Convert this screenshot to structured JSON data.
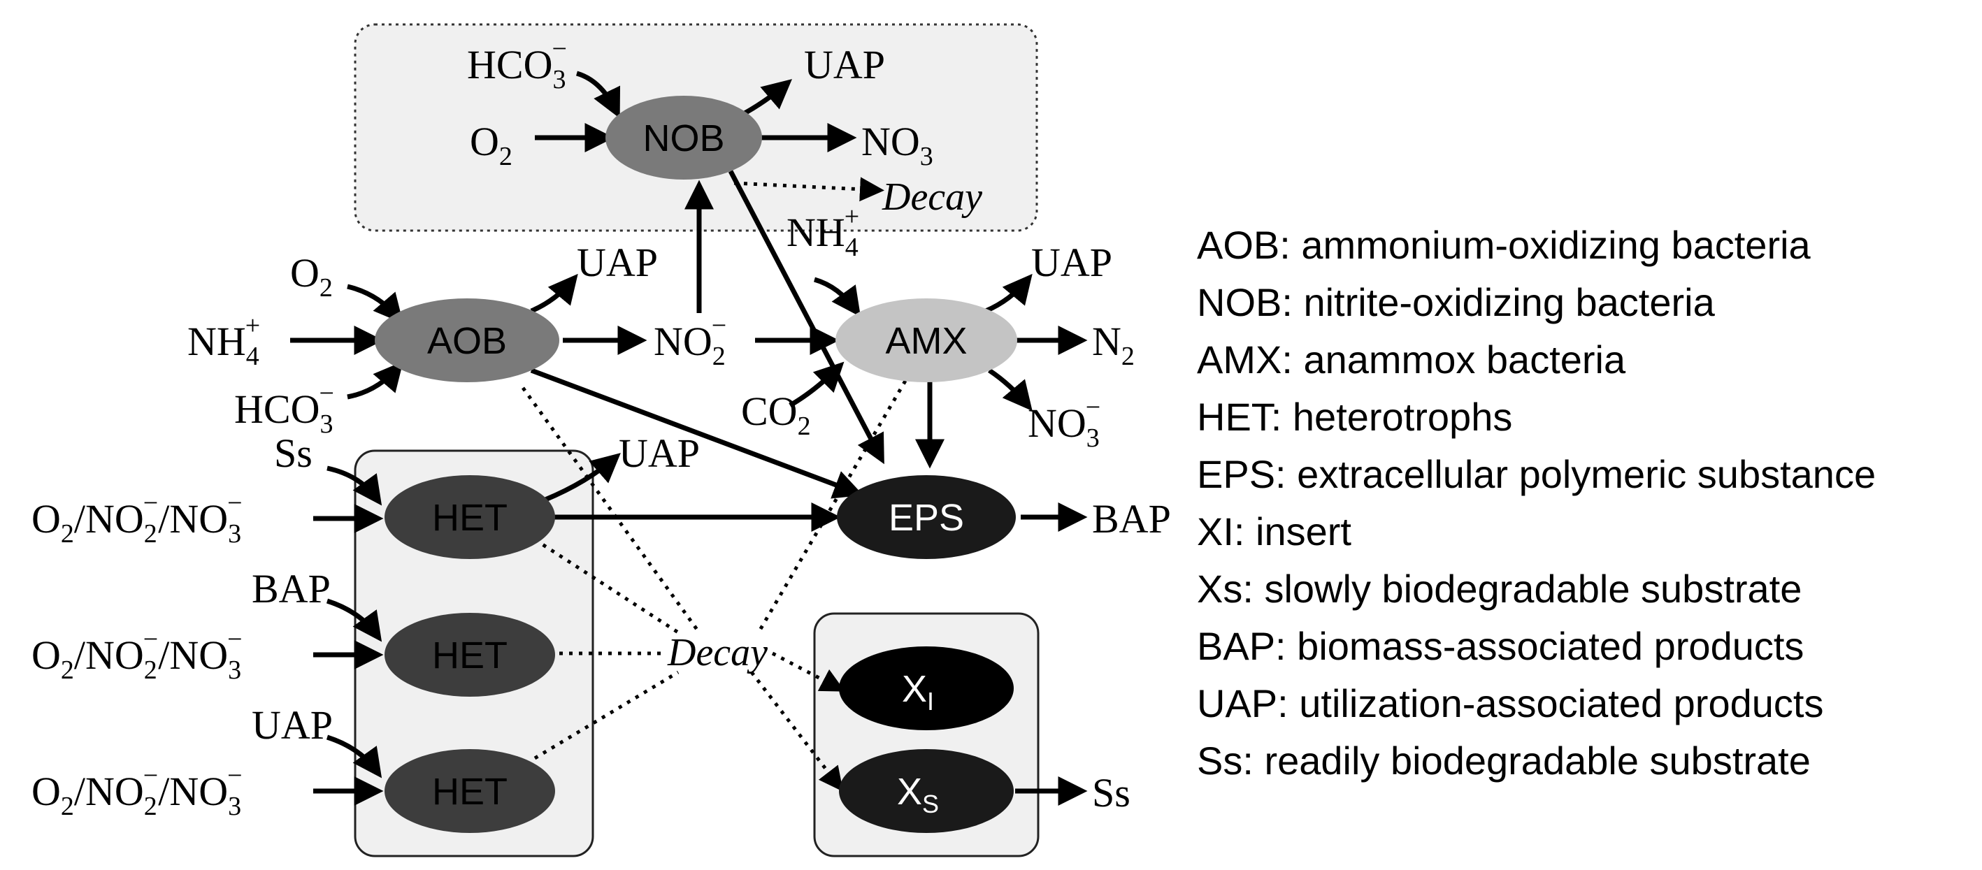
{
  "colors": {
    "nob": "#7a7a7a",
    "aob": "#7a7a7a",
    "amx": "#c4c4c4",
    "het": "#3d3d3d",
    "eps": "#1a1a1a",
    "xi": "#000000",
    "xs": "#1a1a1a",
    "box_fill": "#f0f0f0"
  },
  "nodes": {
    "nob": "NOB",
    "aob": "AOB",
    "amx": "AMX",
    "het1": "HET",
    "het2": "HET",
    "het3": "HET",
    "eps": "EPS",
    "xi": "X",
    "xi_sub": "I",
    "xs": "X",
    "xs_sub": "S"
  },
  "labels": {
    "hco3": "HCO",
    "o2": "O",
    "uap": "UAP",
    "no3": "NO",
    "decay": "Decay",
    "nh4": "NH",
    "no2": "NO",
    "n2": "N",
    "co2": "CO",
    "ss": "Ss",
    "bap": "BAP",
    "o2no2no3_a": "O",
    "slash": "/",
    "sub2": "2",
    "sub3": "3",
    "sub4": "4",
    "sup_minus": "−",
    "sup_plus": "+"
  },
  "legend": [
    "AOB: ammonium-oxidizing bacteria",
    "NOB: nitrite-oxidizing bacteria",
    "AMX: anammox bacteria",
    "HET: heterotrophs",
    "EPS: extracellular polymeric substance",
    "XI: insert",
    "Xs: slowly biodegradable substrate",
    "BAP: biomass-associated products",
    "UAP: utilization-associated products",
    "Ss: readily biodegradable substrate"
  ]
}
